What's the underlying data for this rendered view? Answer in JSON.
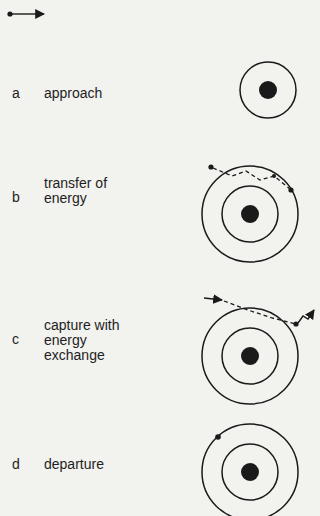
{
  "diagram": {
    "labels": [
      "a",
      "approach",
      "b",
      "transfer of energy",
      "c",
      "capture with energy exchange",
      "d",
      "departure"
    ]
  }
}
